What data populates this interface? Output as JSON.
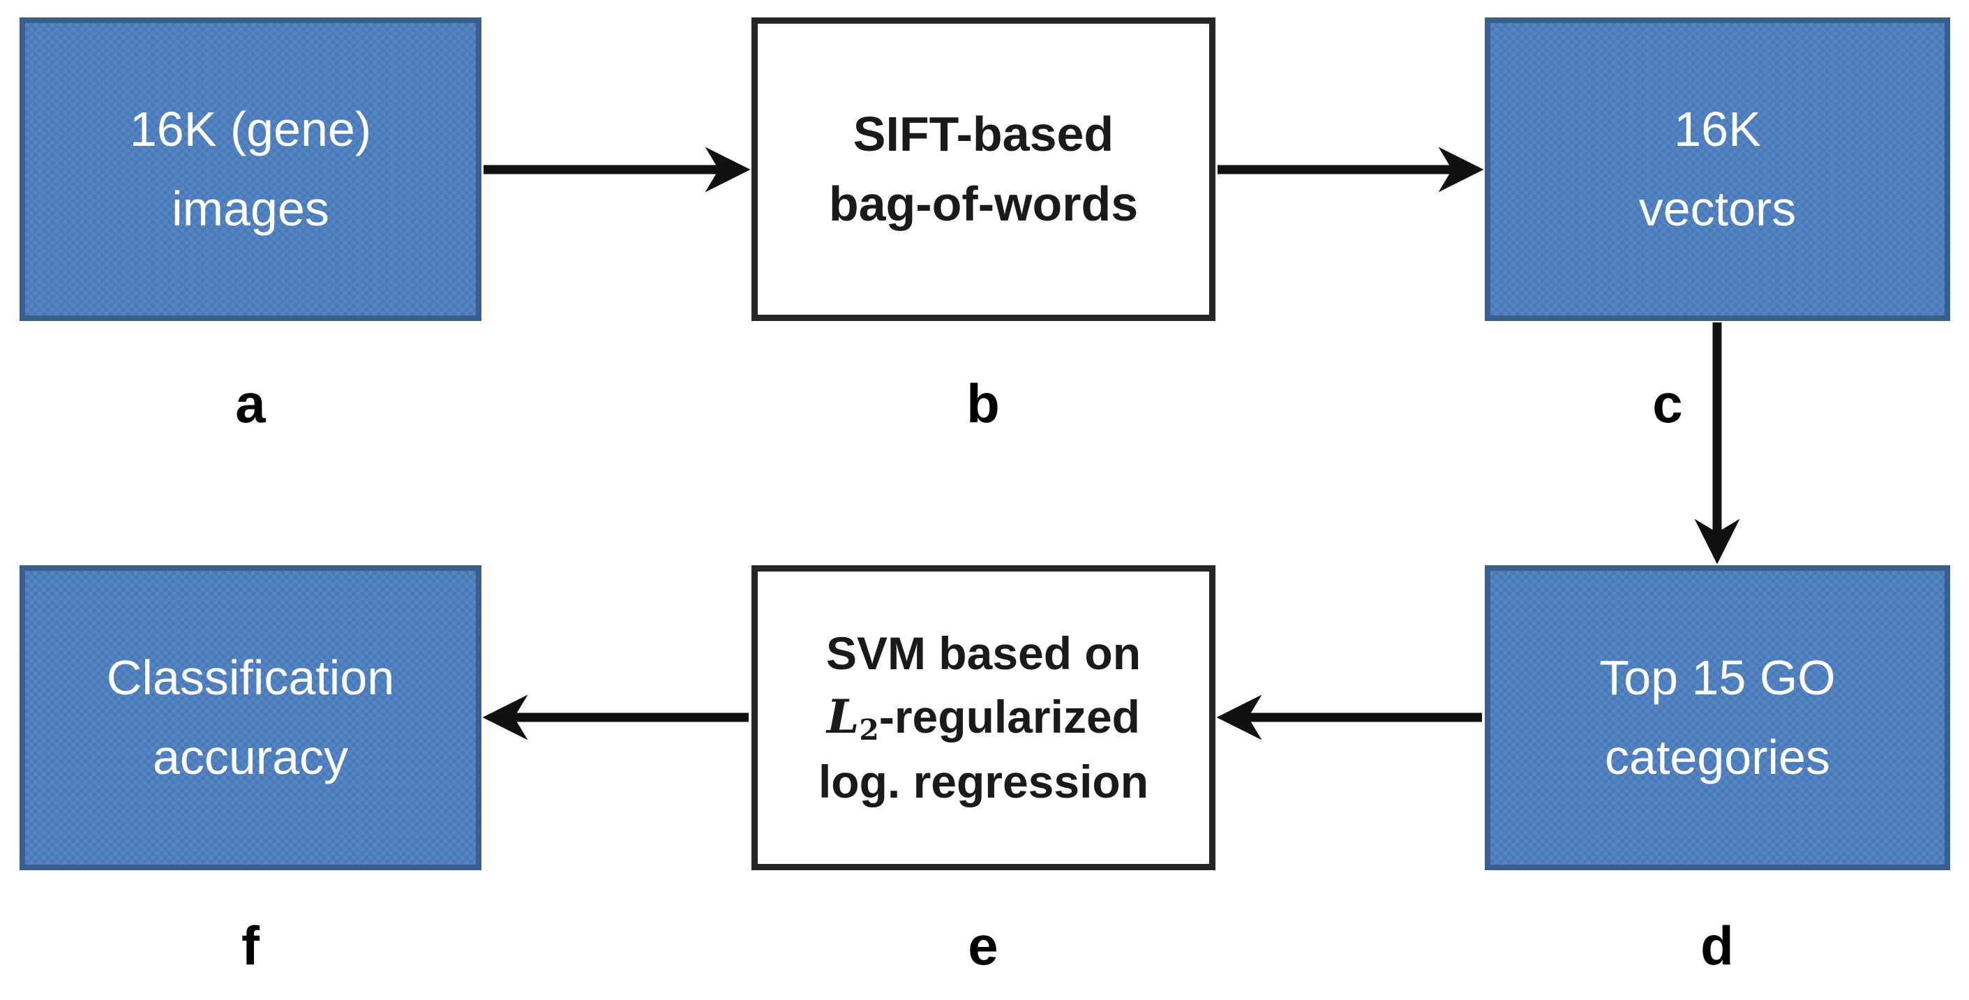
{
  "diagram": {
    "colors": {
      "blue_box_fill": "#4f81bd",
      "blue_box_border": "#3a5f8e",
      "white_box_fill": "#ffffff",
      "white_box_border": "#262626",
      "arrow": "#111111",
      "text_on_blue": "#ffffff",
      "text_on_white": "#1a1a1a"
    },
    "nodes": [
      {
        "id": "a",
        "style": "blue",
        "tag": "a",
        "lines": [
          "16K (gene)",
          "images"
        ]
      },
      {
        "id": "b",
        "style": "white",
        "tag": "b",
        "lines": [
          "SIFT-based",
          "bag-of-words"
        ]
      },
      {
        "id": "c",
        "style": "blue",
        "tag": "c",
        "lines": [
          "16K",
          "vectors"
        ]
      },
      {
        "id": "d",
        "style": "blue",
        "tag": "d",
        "lines": [
          "Top 15 GO",
          "categories"
        ]
      },
      {
        "id": "e",
        "style": "white",
        "tag": "e",
        "lines": [
          "SVM based on",
          "L2-regularized",
          "log. regression"
        ],
        "rich_line2": {
          "pre": "L",
          "sub": "2",
          "rest": "-regularized"
        }
      },
      {
        "id": "f",
        "style": "blue",
        "tag": "f",
        "lines": [
          "Classification",
          "accuracy"
        ]
      }
    ],
    "edges": [
      {
        "from": "a",
        "to": "b"
      },
      {
        "from": "b",
        "to": "c"
      },
      {
        "from": "c",
        "to": "d"
      },
      {
        "from": "d",
        "to": "e"
      },
      {
        "from": "e",
        "to": "f"
      }
    ]
  }
}
